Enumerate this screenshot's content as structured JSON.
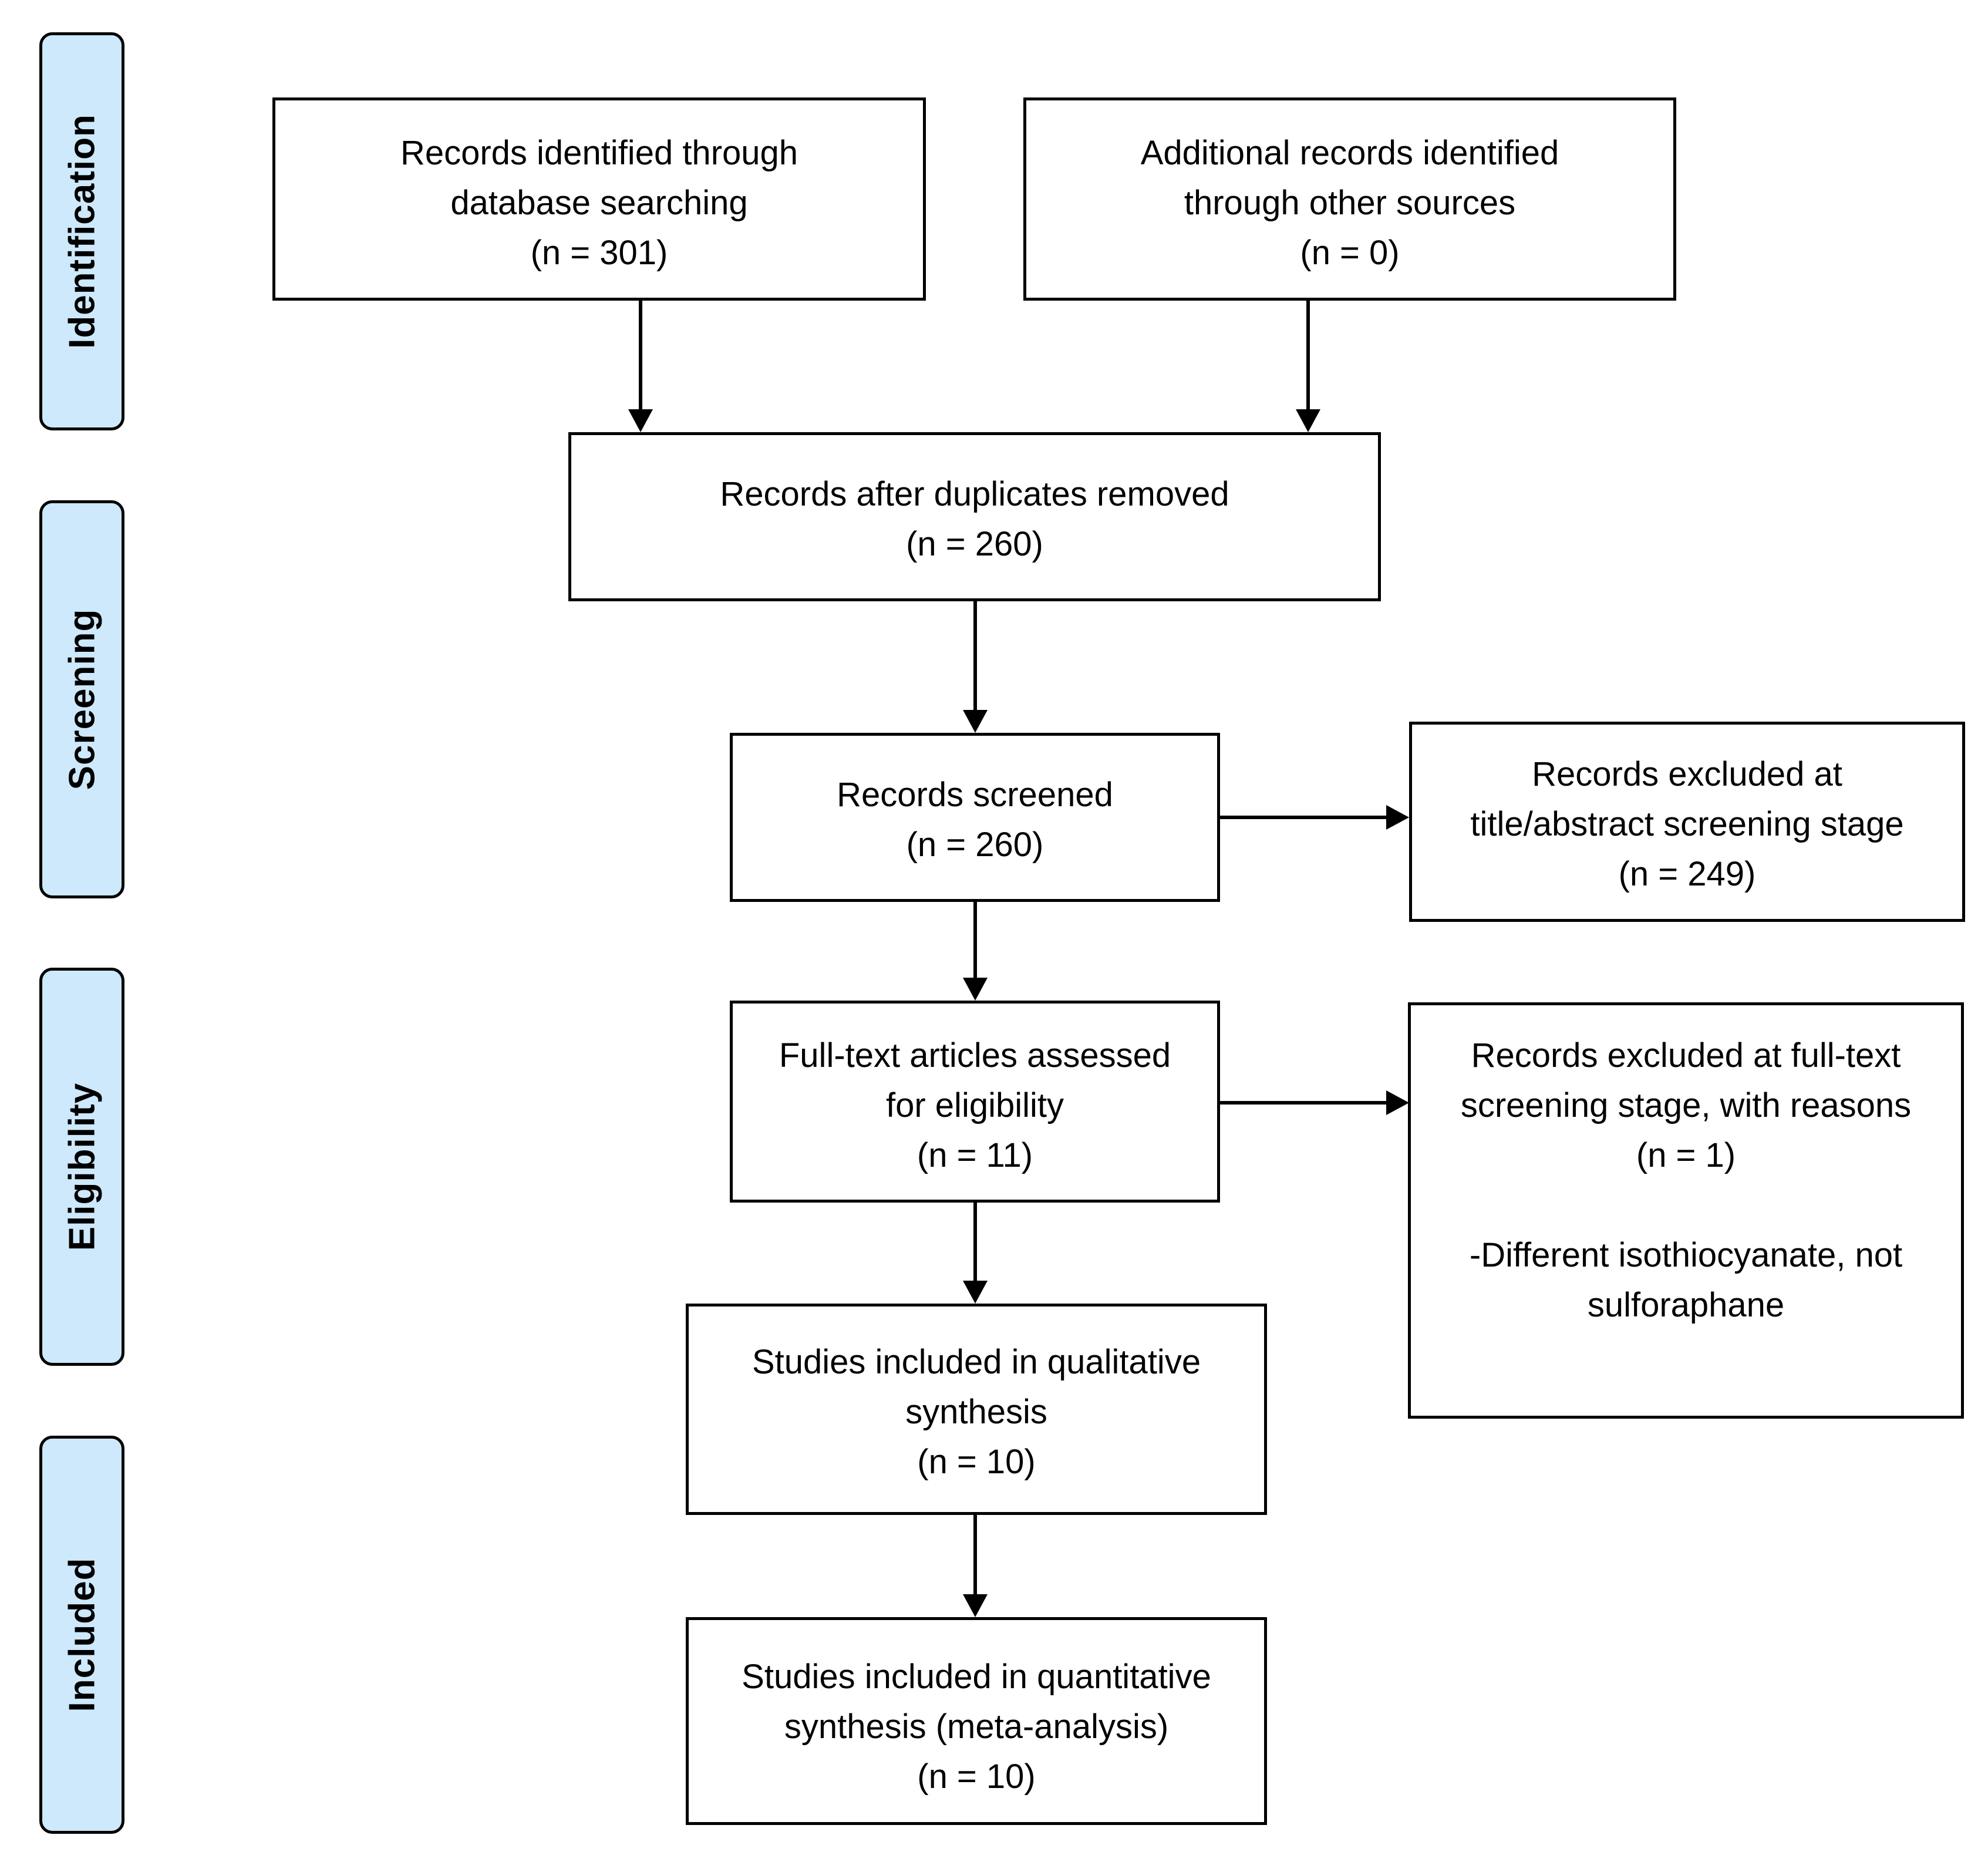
{
  "stages": {
    "identification": "Identification",
    "screening": "Screening",
    "eligibility": "Eligibility",
    "included": "Included"
  },
  "boxes": {
    "database_search": {
      "line1": "Records identified through",
      "line2": "database searching",
      "line3": "(n = 301)"
    },
    "other_sources": {
      "line1": "Additional records identified",
      "line2": "through other sources",
      "line3": "(n = 0)"
    },
    "duplicates_removed": {
      "line1": "Records after duplicates removed",
      "line2": "(n = 260)"
    },
    "screened": {
      "line1": "Records screened",
      "line2": "(n = 260)"
    },
    "excluded_title_abstract": {
      "line1": "Records excluded at",
      "line2": "title/abstract screening stage",
      "line3": "(n = 249)"
    },
    "fulltext_assessed": {
      "line1": "Full-text articles assessed",
      "line2": "for eligibility",
      "line3": "(n = 11)"
    },
    "excluded_fulltext": {
      "line1": "Records excluded at full-text",
      "line2": "screening stage, with reasons",
      "line3": "(n = 1)",
      "line4": "-Different isothiocyanate, not",
      "line5": "sulforaphane"
    },
    "qualitative": {
      "line1": "Studies included in qualitative",
      "line2": "synthesis",
      "line3": "(n = 10)"
    },
    "quantitative": {
      "line1": "Studies included in quantitative",
      "line2": "synthesis (meta-analysis)",
      "line3": "(n = 10)"
    }
  },
  "colors": {
    "stage_fill": "#cde9fb",
    "stroke": "#000000",
    "background": "#ffffff"
  }
}
